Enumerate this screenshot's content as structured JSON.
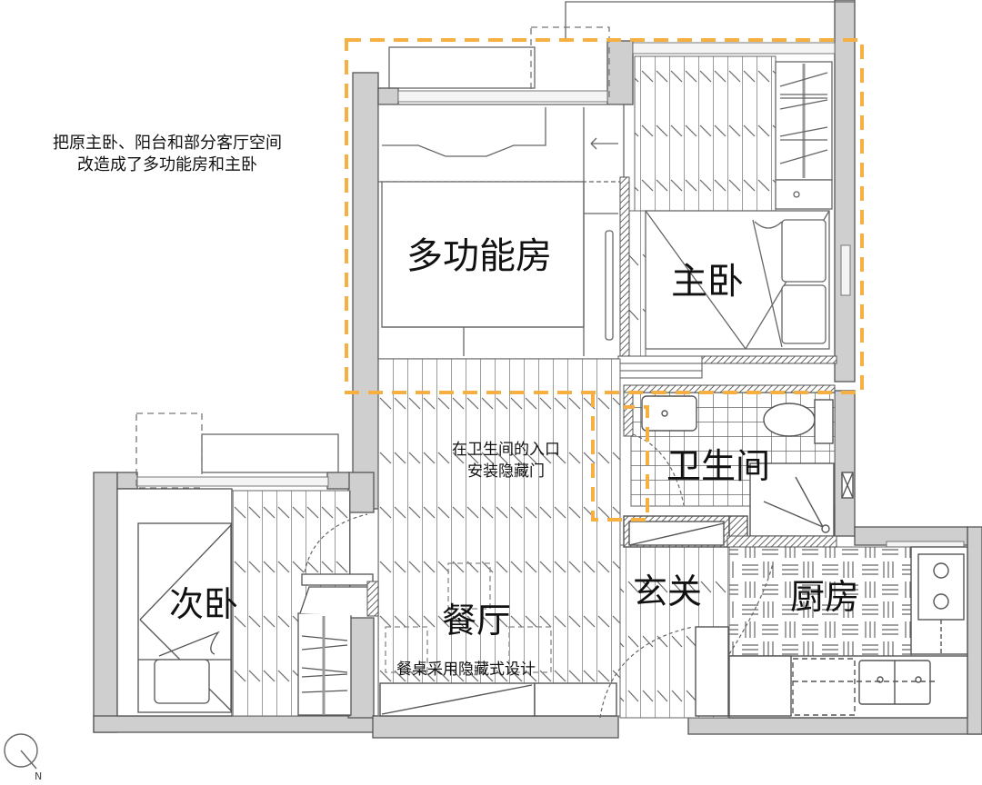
{
  "annotations": {
    "renovation_note_line1": "把原主卧、阳台和部分客厅空间",
    "renovation_note_line2": "改造成了多功能房和主卧",
    "bathroom_door_note_line1": "在卫生间的入口",
    "bathroom_door_note_line2": "安装隐藏门",
    "dining_table_note": "餐桌采用隐藏式设计"
  },
  "rooms": {
    "multi_function_room": "多功能房",
    "master_bedroom": "主卧",
    "bathroom": "卫生间",
    "second_bedroom": "次卧",
    "dining_room": "餐厅",
    "entrance": "玄关",
    "kitchen": "厨房"
  },
  "compass": {
    "label": "N",
    "icon": "north-arrow-icon"
  },
  "colors": {
    "highlight_dash": "#F5B041",
    "wall_fill": "#CFCFCF",
    "line": "#555555",
    "hatch": "#777777"
  }
}
